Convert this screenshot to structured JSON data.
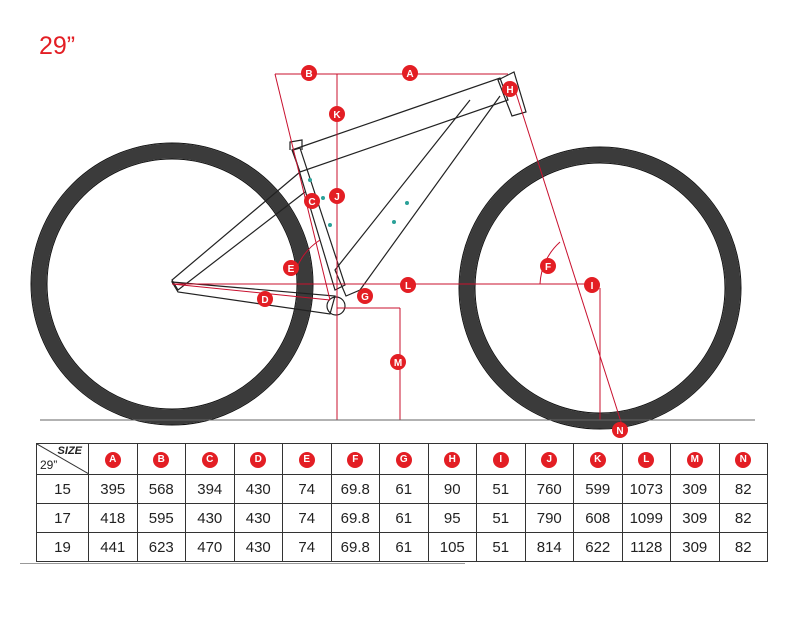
{
  "title": "29”",
  "diagram": {
    "labels": [
      "A",
      "B",
      "K",
      "H",
      "J",
      "C",
      "E",
      "D",
      "G",
      "L",
      "F",
      "I",
      "M",
      "N"
    ]
  },
  "table": {
    "corner_size": "SIZE",
    "corner_wheel": "29”",
    "headers": [
      "A",
      "B",
      "C",
      "D",
      "E",
      "F",
      "G",
      "H",
      "I",
      "J",
      "K",
      "L",
      "M",
      "N"
    ],
    "rows": [
      {
        "size": "15",
        "values": [
          "395",
          "568",
          "394",
          "430",
          "74",
          "69.8",
          "61",
          "90",
          "51",
          "760",
          "599",
          "1073",
          "309",
          "82"
        ]
      },
      {
        "size": "17",
        "values": [
          "418",
          "595",
          "430",
          "430",
          "74",
          "69.8",
          "61",
          "95",
          "51",
          "790",
          "608",
          "1099",
          "309",
          "82"
        ]
      },
      {
        "size": "19",
        "values": [
          "441",
          "623",
          "470",
          "430",
          "74",
          "69.8",
          "61",
          "105",
          "51",
          "814",
          "622",
          "1128",
          "309",
          "82"
        ]
      }
    ]
  },
  "colors": {
    "accent": "#e31e24",
    "line": "#222222",
    "tire": "#3b3b3b"
  }
}
